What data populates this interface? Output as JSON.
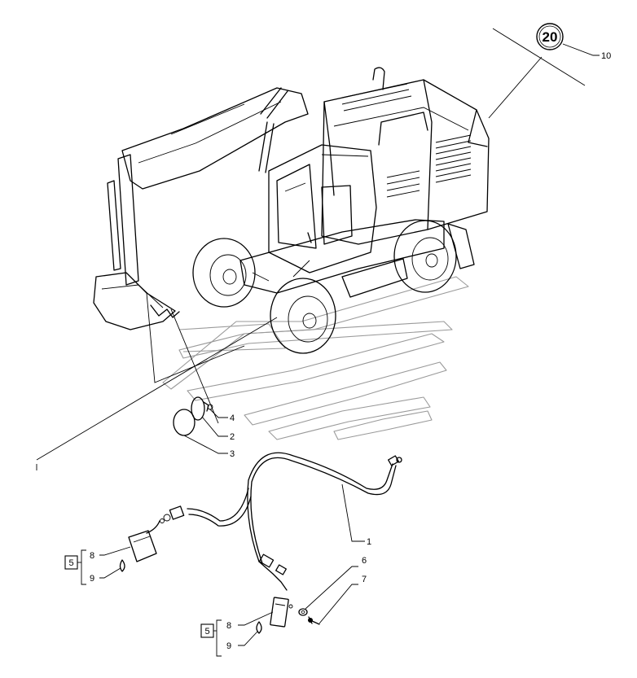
{
  "diagram": {
    "main_callout": "20",
    "main_callout_ref": "10",
    "part_labels": {
      "p1": "1",
      "p2": "2",
      "p3": "3",
      "p4": "4",
      "p5a": "5",
      "p5b": "5",
      "p6": "6",
      "p7": "7",
      "p8a": "8",
      "p8b": "8",
      "p9a": "9",
      "p9b": "9"
    }
  }
}
